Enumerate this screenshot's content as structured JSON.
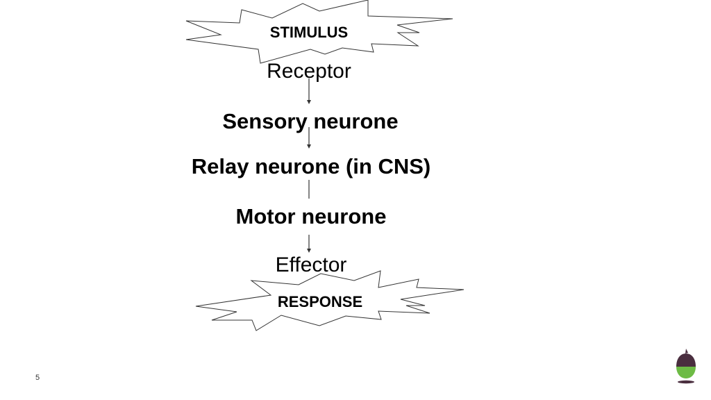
{
  "diagram": {
    "stimulus": "STIMULUS",
    "steps": {
      "receptor": "Receptor",
      "sensory": "Sensory neurone",
      "relay": "Relay neurone (in CNS)",
      "motor": "Motor neurone",
      "effector": "Effector"
    },
    "response": "RESPONSE"
  },
  "footer": {
    "page_number": "5"
  },
  "colors": {
    "logo_dark": "#4a2e3f",
    "logo_green": "#6dbb45",
    "line": "#333333"
  },
  "icons": {
    "logo": "acorn-logo-icon"
  }
}
